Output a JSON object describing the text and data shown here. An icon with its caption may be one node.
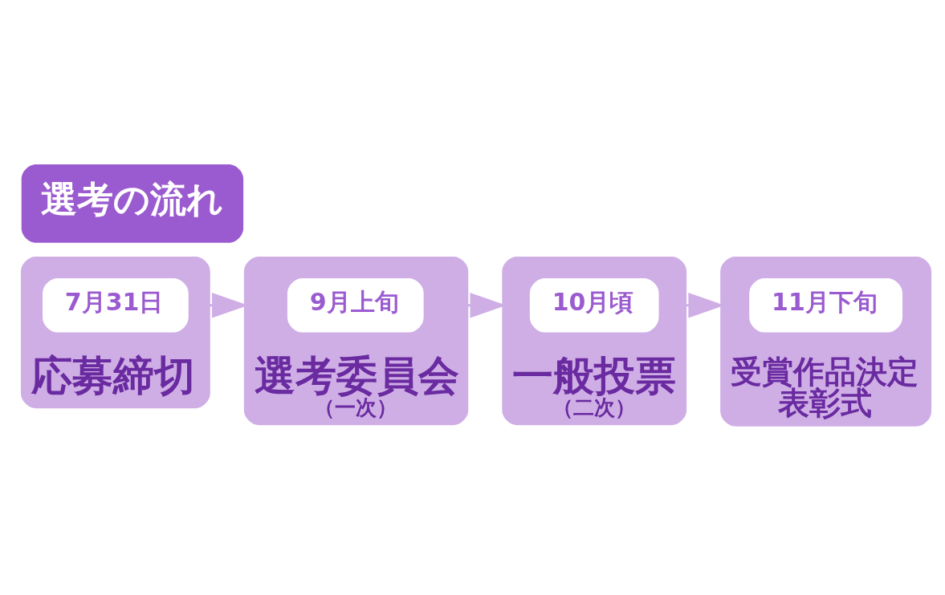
{
  "diagram": {
    "title": "選考の流れ",
    "nodes": [
      {
        "text": [
          "応募締切"
        ]
      },
      {
        "text": [
          "7月31日"
        ],
        "in": 0
      },
      {
        "text": [
          "選考委員会",
          "（一次）"
        ]
      },
      {
        "text": [
          "9月上旬"
        ],
        "in": 2
      },
      {
        "text": [
          "一般投票",
          "（二次）"
        ]
      },
      {
        "text": [
          "10月頃"
        ],
        "in": 4
      },
      {
        "text": [
          "受賞作品決定",
          "表彰式"
        ]
      },
      {
        "text": [
          "11月下旬"
        ],
        "in": 6
      }
    ],
    "edges": [
      {
        "from": 0,
        "to": 2,
        "arrow": "to"
      },
      {
        "from": 2,
        "to": 4,
        "arrow": "to"
      },
      {
        "from": 4,
        "to": 6,
        "arrow": "to"
      }
    ]
  }
}
